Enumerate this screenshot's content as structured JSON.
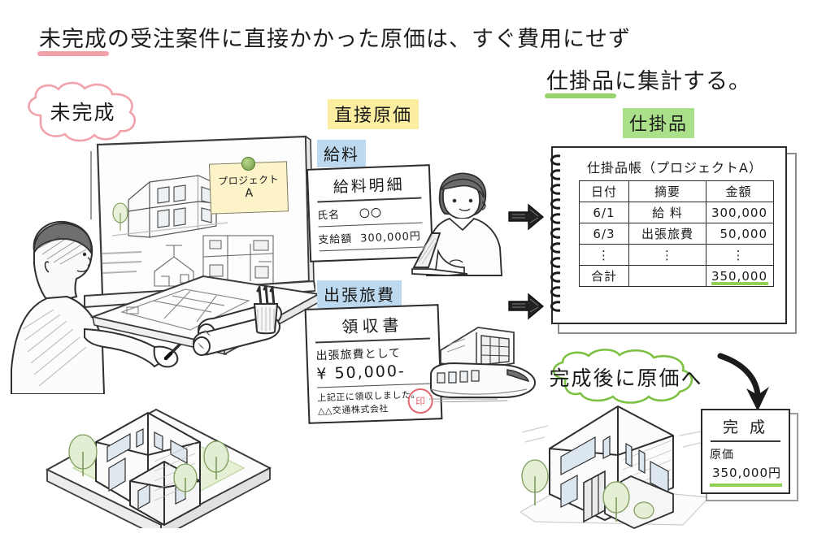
{
  "headline": {
    "line1_pre": "未完成",
    "line1_post": "の受注案件に直接かかった原価は、すぐ費用にせず",
    "line2_pre": "仕掛品",
    "line2_post": "に集計する。"
  },
  "clouds": {
    "mikansei": {
      "label": "未完成",
      "color": "#f2a2ab"
    },
    "kanseigo": {
      "label": "完成後に原価へ",
      "color": "#7cc142"
    }
  },
  "labels": {
    "chokusetsu_genka": {
      "text": "直接原価",
      "highlight": "#fbeea0"
    },
    "kyuryo": {
      "text": "給料",
      "highlight": "#bcd9ef"
    },
    "shucchou_ryohi": {
      "text": "出張旅費",
      "highlight": "#bcd9ef"
    },
    "shikakarihin": {
      "text": "仕掛品",
      "highlight": "#abe08a"
    }
  },
  "sticky_note": {
    "line1": "プロジェクト",
    "line2": "A",
    "pin_color": "#6d9a3e",
    "paper_color": "#fcf3c8"
  },
  "payslip": {
    "title": "給料明細",
    "rows": [
      {
        "key": "氏名",
        "value": "〇〇"
      },
      {
        "key": "支給額",
        "value": "300,000円"
      }
    ]
  },
  "receipt": {
    "title": "領収書",
    "purpose": "出張旅費として",
    "amount": "¥ 50,000-",
    "note": "上記正に領収しました。",
    "company": "△△交通株式会社",
    "stamp": "印",
    "stamp_color": "#e0666f"
  },
  "notebook": {
    "title": "仕掛品帳（プロジェクトA）",
    "columns": [
      "日付",
      "摘要",
      "金額"
    ],
    "rows": [
      {
        "date": "6/1",
        "desc": "給 料",
        "amount": "300,000"
      },
      {
        "date": "6/3",
        "desc": "出張旅費",
        "amount": "50,000"
      },
      {
        "date": "⋮",
        "desc": "⋮",
        "amount": "⋮"
      },
      {
        "date": "合計",
        "desc": "",
        "amount": "350,000"
      }
    ],
    "total_underline_color": "#8fd155"
  },
  "kansei_card": {
    "title": "完 成",
    "label": "原価",
    "amount": "350,000円",
    "underline_color": "#8fd155"
  },
  "arrows": {
    "to_notebook_top": "arrow-right-icon",
    "to_notebook_bottom": "arrow-right-icon",
    "to_kansei": "arrow-curved-down-icon"
  },
  "illustrations": {
    "architect": "architect-at-desk-illustration",
    "whiteboard": "whiteboard-with-building-sketch",
    "building_model": "building-model-illustration",
    "office_worker": "office-worker-with-laptop-illustration",
    "shinkansen": "shinkansen-train-illustration",
    "finished_building": "finished-building-illustration"
  }
}
